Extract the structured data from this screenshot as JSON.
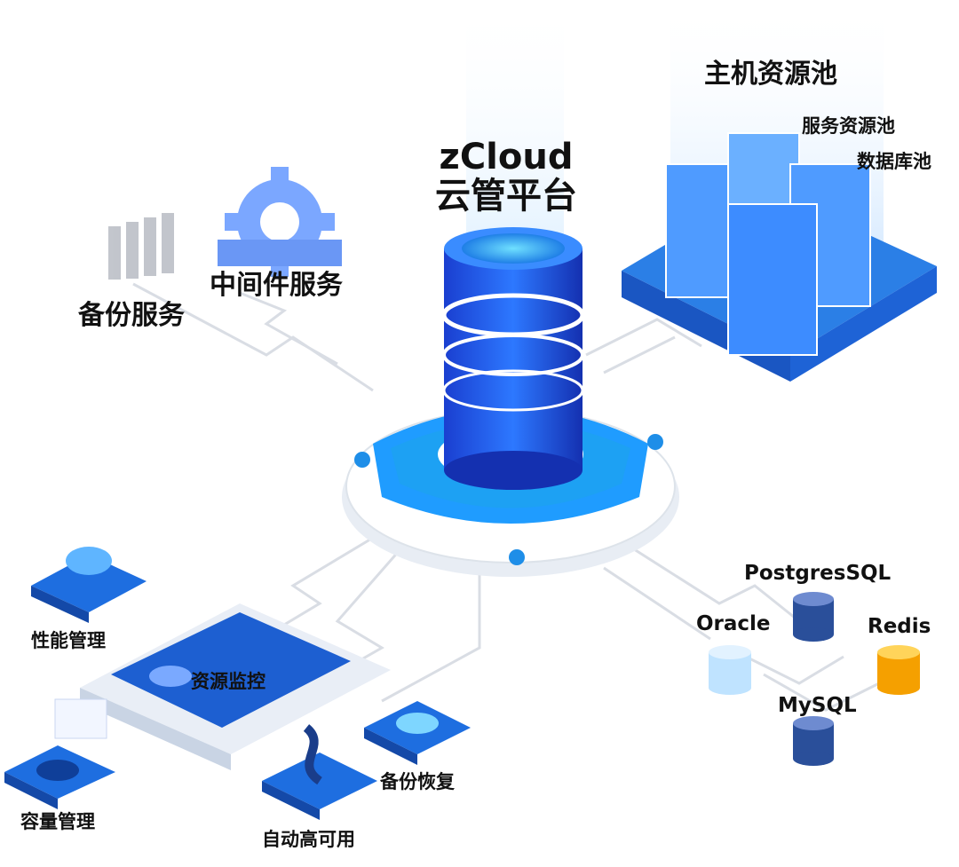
{
  "platform": {
    "name_line1": "zCloud",
    "name_line2": "云管平台"
  },
  "resource_pools": {
    "title": "主机资源池",
    "service_pool": "服务资源池",
    "database_pool": "数据库池"
  },
  "services": {
    "backup": "备份服务",
    "middleware": "中间件服务"
  },
  "databases": {
    "postgres": "PostgresSQL",
    "oracle": "Oracle",
    "redis": "Redis",
    "mysql": "MySQL"
  },
  "modules": {
    "performance": "性能管理",
    "monitoring": "资源监控",
    "capacity": "容量管理",
    "backup_restore": "备份恢复",
    "high_availability": "自动高可用"
  },
  "colors": {
    "primary_blue": "#1565e0",
    "light_blue": "#3aa0ff",
    "cyan": "#4fd6ff",
    "redis_orange": "#f5a000",
    "mysql_navy": "#2a4f9a"
  }
}
